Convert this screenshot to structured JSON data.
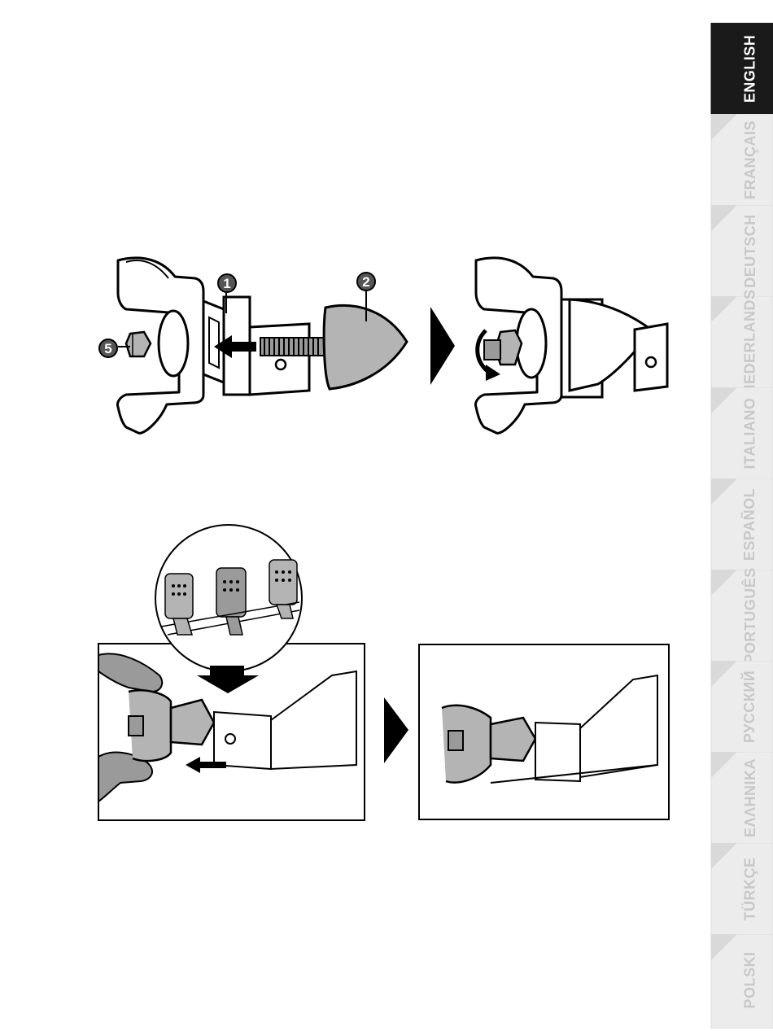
{
  "language_tabs": [
    {
      "label": "ENGLISH",
      "active": true
    },
    {
      "label": "FRANÇAIS",
      "active": false
    },
    {
      "label": "DEUTSCH",
      "active": false
    },
    {
      "label": "NEDERLANDS",
      "active": false
    },
    {
      "label": "ITALIANO",
      "active": false
    },
    {
      "label": "ESPAÑOL",
      "active": false
    },
    {
      "label": "PORTUGUÊS",
      "active": false
    },
    {
      "label": "РУССКИЙ",
      "active": false
    },
    {
      "label": "ΕΛΛΗΝΙΚΑ",
      "active": false
    },
    {
      "label": "TÜRKÇE",
      "active": false
    },
    {
      "label": "POLSKI",
      "active": false
    }
  ],
  "callouts": {
    "part_1": "1",
    "part_2": "2",
    "part_5": "5"
  },
  "colors": {
    "active_tab": "#1a1a1a",
    "inactive_tab": "#ececec",
    "part_gray": "#b4b4b4",
    "hand_gray": "#9a9a9a"
  }
}
